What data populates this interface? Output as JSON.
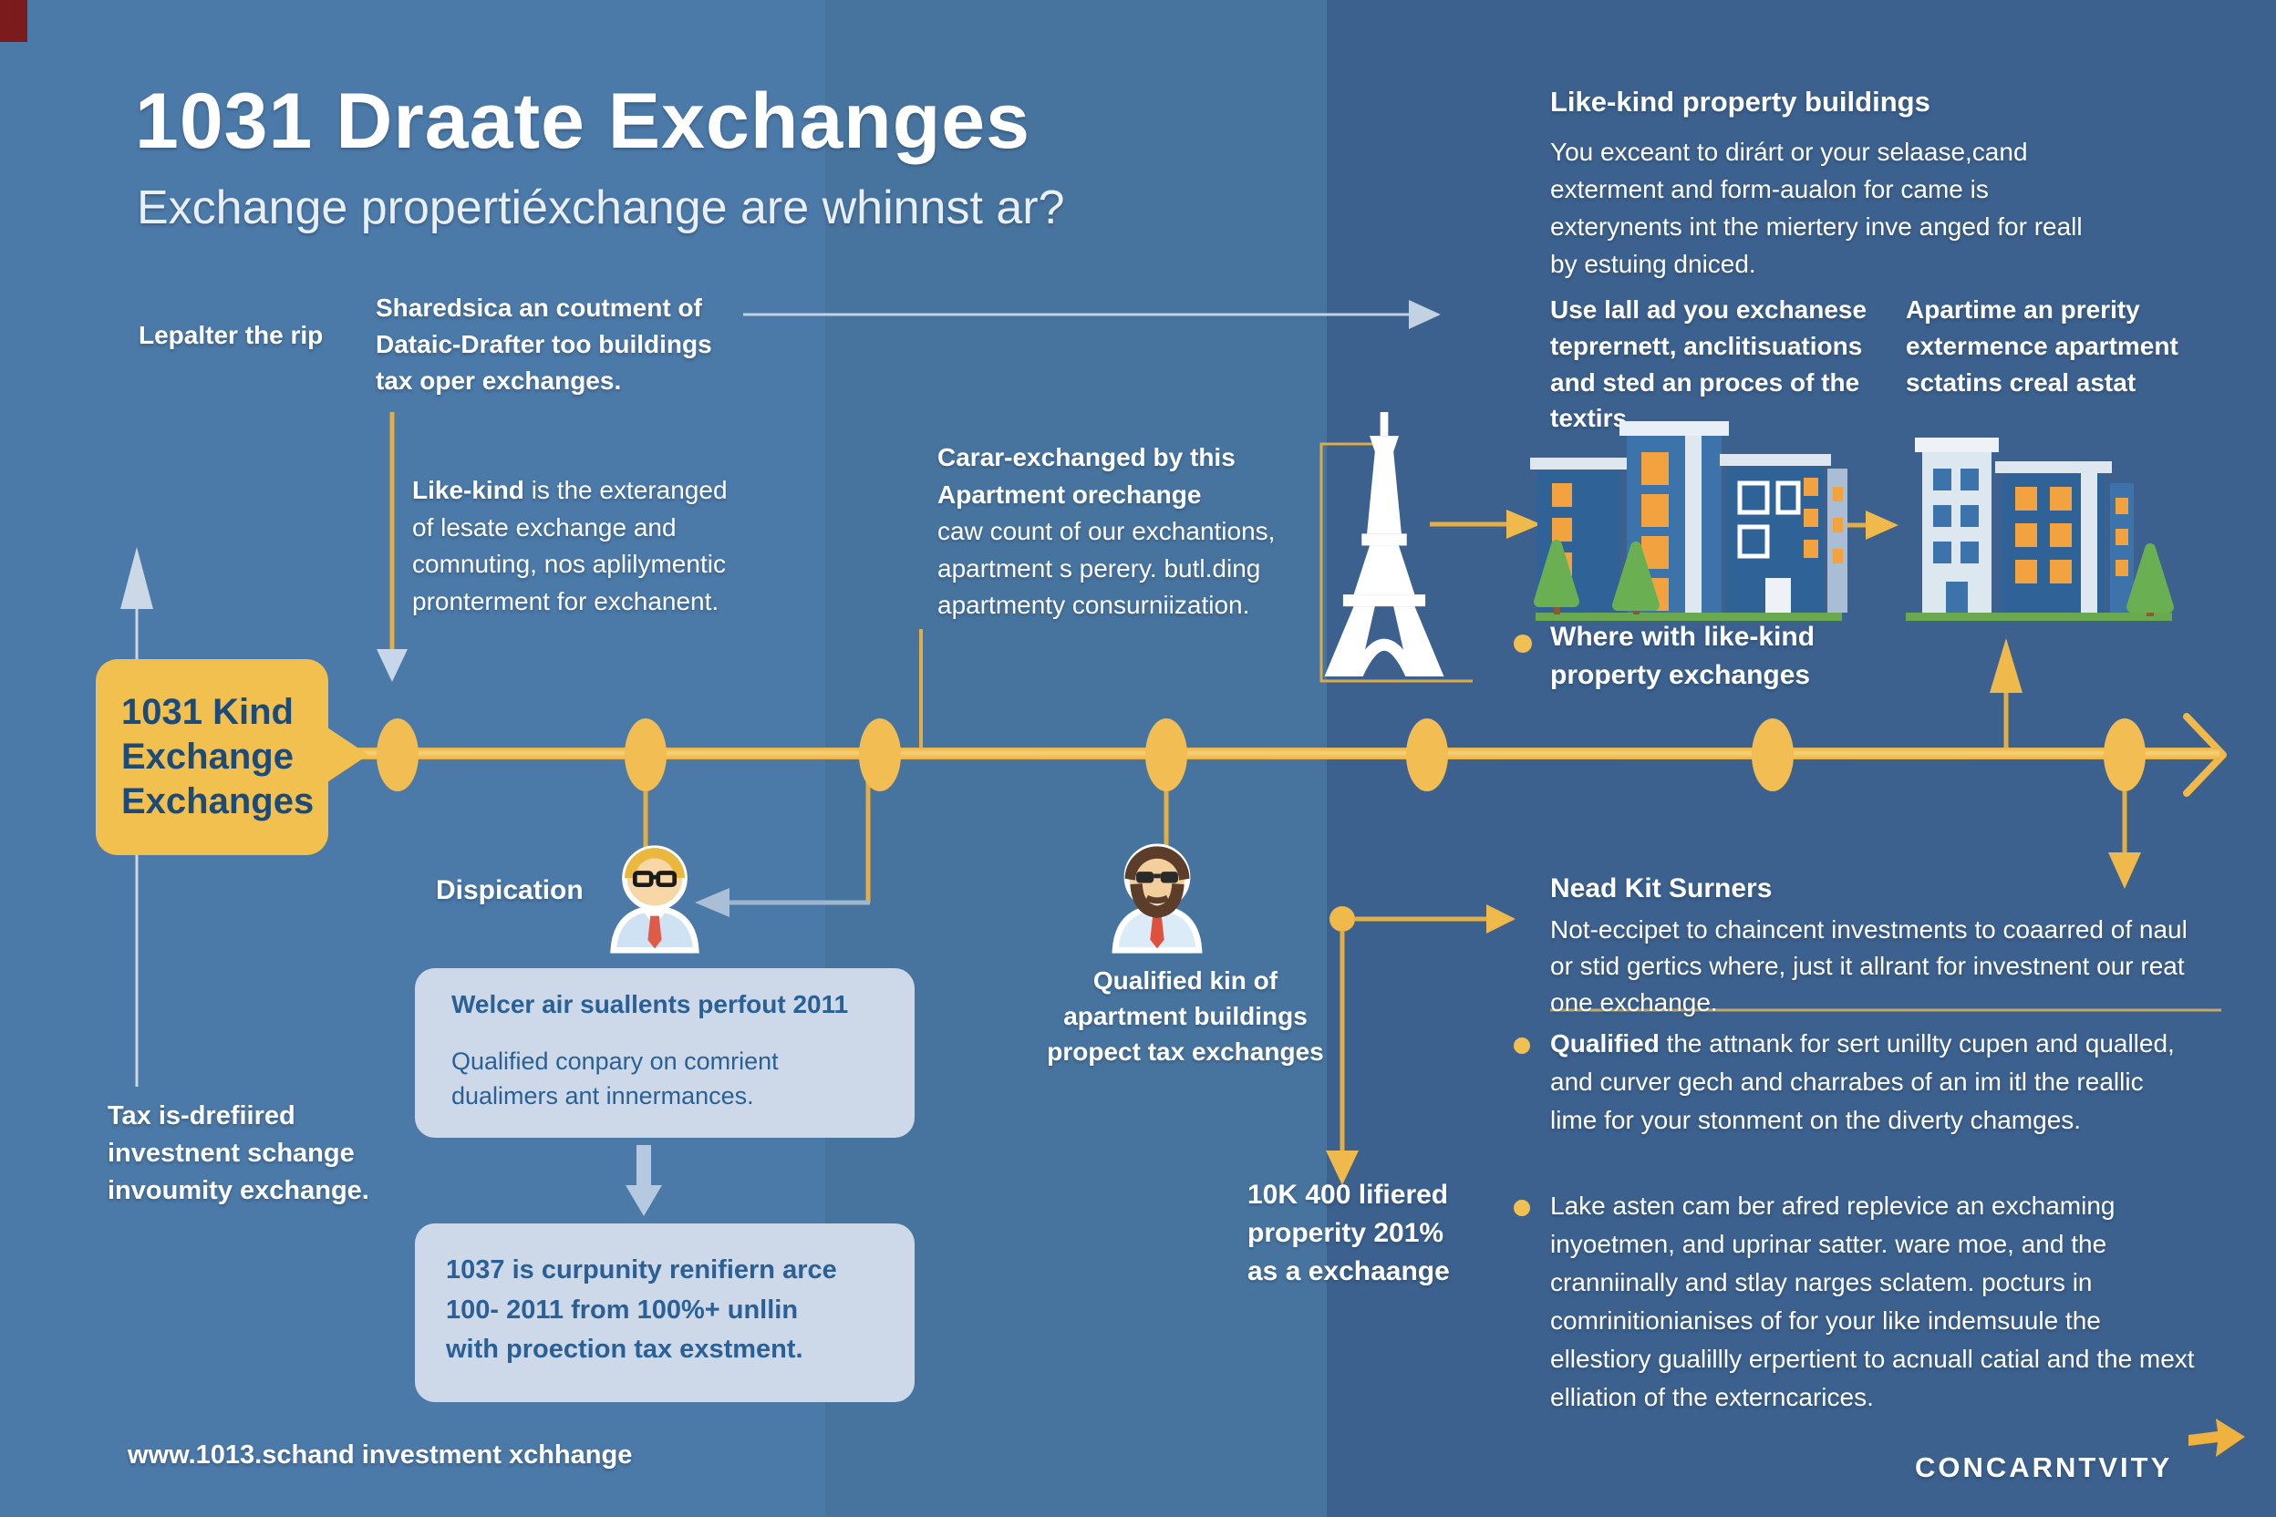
{
  "page": {
    "title": "1031 Draate Exchanges",
    "subtitle": "Exchange propertiéxchange are whinnst ar?"
  },
  "colors": {
    "background_left": "#4b79a8",
    "background_right": "#3c618e",
    "accent_gold": "#f2bd52",
    "callout_yellow": "#f2c04f",
    "card_light_blue": "#cdd9e8",
    "dark_blue_text": "#1c4b7a"
  },
  "left": {
    "lepalter": "Lepalter the rip",
    "sharedsica": "Sharedsica an coutment of\nDataic-Drafter too buildings\ntax oper exchanges.",
    "like_kind_lead": "Like-kind",
    "like_kind_rest": " is the exteranged\nof lesate exchange and\ncomnuting, nos aplilymentic\npronterment for exchanent.",
    "start_box": "1031 Kind\nExchange\nExchanges",
    "tax_note": "Tax is-drefiired\ninvestnent schange\ninvoumity exchange."
  },
  "center": {
    "carar_bold": "Carar-exchanged by this\nApartment orechange",
    "carar_rest": "caw count of our exchantions,\napartment s perery. butl.ding\napartmenty consurniization.",
    "dispication": "Dispication",
    "welcer_title": "Welcer air suallents perfout 2011",
    "welcer_body": "Qualified conpary on comrient\ndualimers ant innermances.",
    "box_1037": "1037 is  curpunity renifiern arce\n100- 2011 from 100%+ unllin\nwith proection tax exstment.",
    "qualified_kin": "Qualified kin of\napartment buildings\npropect tax exchanges",
    "stat_10k": "10K 400 lifiered\nproperity 201%\nas a exchaange"
  },
  "right": {
    "heading": "Like-kind property buildings",
    "intro": "You exceant to dirárt or your selaase,cand exterment and form-aualon for came is exterynents int the miertery inve anged for reall by estuing dniced.",
    "col1": "Use lall ad you exchanese teprernett, anclitisuations and sted an proces of the textirs.",
    "col2": "Apartime an prerity extermence apartment sctatins creal astat",
    "where_bullet": "Where with  like-kind\nproperty exchanges",
    "nead_heading": "Nead Kit  Surners",
    "nead_body": "Not-eccipet to chaincent investments to coaarred of naul or stid gertics where, just it allrant for investnent our reat one exchange.",
    "bullet1_lead": "Qualified",
    "bullet1_rest": " the attnank for sert unillty cupen and qualled, and curver gech and charrabes of an im itl the reallic lime for your stonment on the diverty chamges.",
    "bullet2": "Lake asten cam ber afred replevice an exchaming inyoetmen, and uprinar satter. ware moe, and the cranniinally and stlay narges sclatem. pocturs in comrinitionianises of for your like indemsuule the ellestiory gualillly erpertient to acnuall catial and the mext elliation of the externcarices."
  },
  "footer": {
    "url": "www.1013.schand investment xchhange",
    "brand": "CONCARNTVITY"
  },
  "icons": {
    "eiffel": "eiffel-tower-icon",
    "advisor": "advisor-person-icon",
    "intermediary": "bearded-advisor-icon",
    "buildings_left": "apartment-buildings-icon",
    "buildings_right": "apartment-buildings-icon-2",
    "brand_arrow": "brand-arrow-icon"
  }
}
